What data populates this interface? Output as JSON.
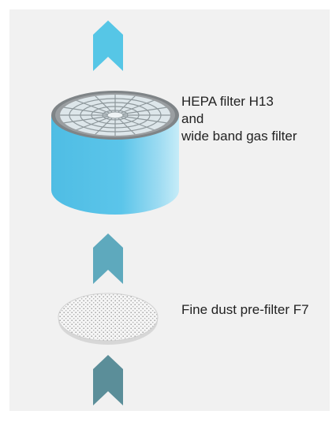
{
  "labels": {
    "hepa_line1": "HEPA filter H13",
    "hepa_line2": "and",
    "hepa_line3": "wide band gas filter",
    "prefilter": "Fine dust pre-filter F7"
  },
  "colors": {
    "background": "#f1f1f1",
    "arrow_top": "#56c6e6",
    "arrow_middle": "#5ea9bd",
    "arrow_bottom": "#5b8e99",
    "cylinder_body": "#5bc5ea",
    "cylinder_highlight": "#b8e6f5",
    "cylinder_rim": "#8a8a8a",
    "filter_face": "#e8eef0",
    "prefilter_disc": "#f4f4f4",
    "text": "#222222"
  },
  "icons": [
    "airflow-arrow-icon",
    "hepa-filter-cylinder-icon",
    "prefilter-disc-icon"
  ]
}
